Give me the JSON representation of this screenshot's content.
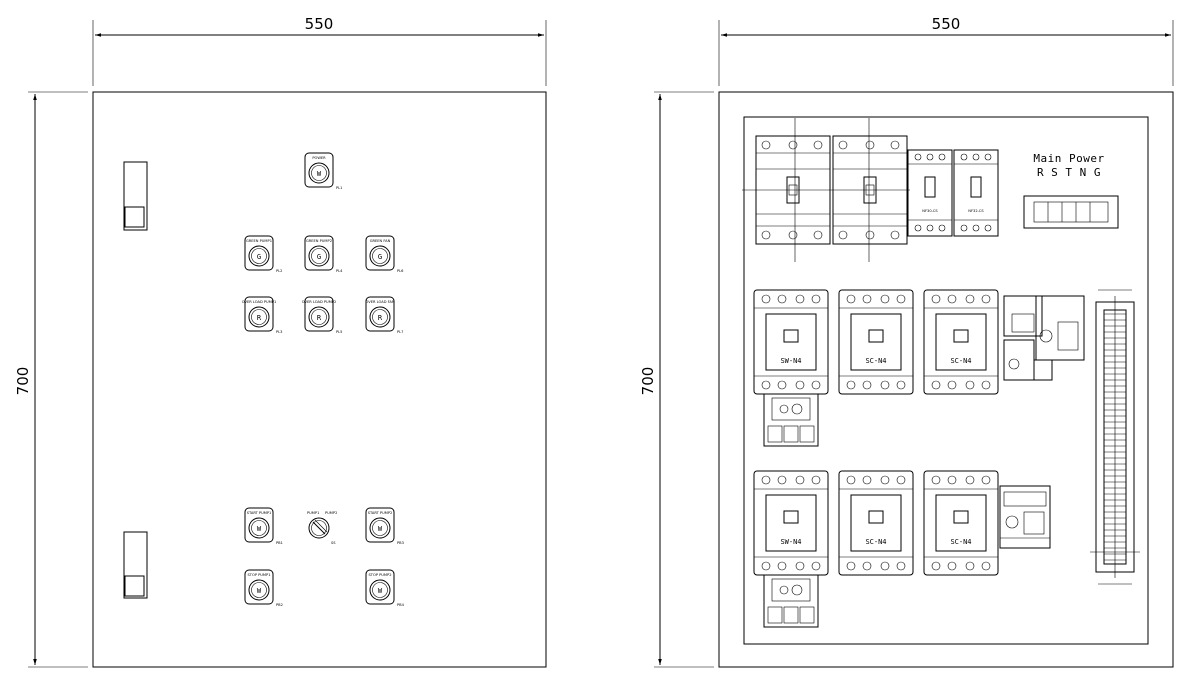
{
  "front_view": {
    "width_dim": "550",
    "height_dim": "700",
    "top_lamp": {
      "caption": "POWER",
      "letter": "W",
      "tag": "PL1"
    },
    "run_lamps": [
      {
        "caption": "GREEN PUMP1",
        "letter": "G",
        "tag": "PL2"
      },
      {
        "caption": "GREEN PUMP2",
        "letter": "G",
        "tag": "PL4"
      },
      {
        "caption": "GREEN FAN",
        "letter": "G",
        "tag": "PL6"
      }
    ],
    "fault_lamps": [
      {
        "caption": "OVER LOAD PUMP1",
        "letter": "R",
        "tag": "PL3"
      },
      {
        "caption": "OVER LOAD PUMP2",
        "letter": "R",
        "tag": "PL5"
      },
      {
        "caption": "OVER LOAD FAN",
        "letter": "R",
        "tag": "PL7"
      }
    ],
    "start_buttons": [
      {
        "caption": "START PUMP1",
        "letter": "W",
        "tag": "PB1"
      },
      {
        "caption": "START PUMP2",
        "letter": "W",
        "tag": "PB3"
      }
    ],
    "stop_buttons": [
      {
        "caption": "STOP PUMP1",
        "letter": "W",
        "tag": "PB2"
      },
      {
        "caption": "STOP PUMP2",
        "letter": "W",
        "tag": "PB4"
      }
    ],
    "selector": {
      "left": "PUMP1",
      "right": "PUMP2",
      "tag": "SS"
    }
  },
  "back_view": {
    "width_dim": "550",
    "height_dim": "700",
    "main_power_title": "Main Power",
    "main_power_terminals": "R S T N G",
    "small_breakers": [
      "NF30-CS",
      "NF32-CS"
    ],
    "contactors_top": [
      "SW-N4",
      "SC-N4",
      "SC-N4"
    ],
    "contactors_bottom": [
      "SW-N4",
      "SC-N4",
      "SC-N4"
    ]
  }
}
